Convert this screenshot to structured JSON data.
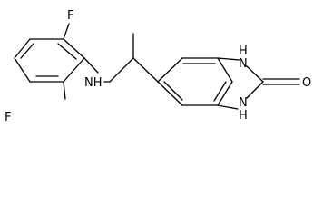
{
  "atoms": {
    "fluorine_top": "F",
    "fluorine_bottom": "F",
    "amine_nh": "NH",
    "imidazole_nh_top": "H",
    "imidazole_n_top": "N",
    "imidazole_nh_bottom": "H",
    "imidazole_n_bottom": "N",
    "carbonyl_oxygen": "O"
  }
}
